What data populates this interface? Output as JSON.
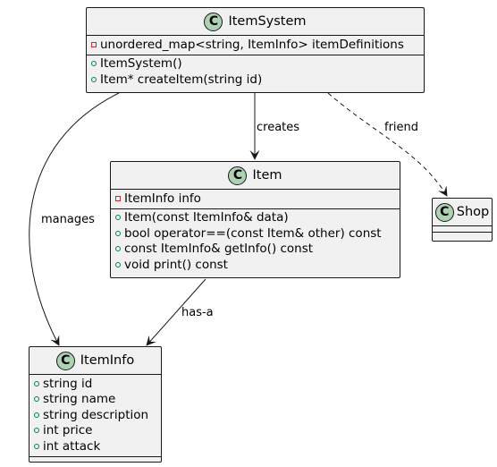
{
  "classes": {
    "item_system": {
      "name": "ItemSystem",
      "stereotype_letter": "C",
      "fields": [
        {
          "visibility": "private",
          "text": "unordered_map<string, ItemInfo> itemDefinitions"
        }
      ],
      "methods": [
        {
          "visibility": "public",
          "text": "ItemSystem()"
        },
        {
          "visibility": "public",
          "text": "Item* createItem(string id)"
        }
      ]
    },
    "item": {
      "name": "Item",
      "stereotype_letter": "C",
      "fields": [
        {
          "visibility": "private",
          "text": "ItemInfo info"
        }
      ],
      "methods": [
        {
          "visibility": "public",
          "text": "Item(const ItemInfo& data)"
        },
        {
          "visibility": "public",
          "text": "bool operator==(const Item& other) const"
        },
        {
          "visibility": "public",
          "text": "const ItemInfo& getInfo() const"
        },
        {
          "visibility": "public",
          "text": "void print() const"
        }
      ]
    },
    "shop": {
      "name": "Shop",
      "stereotype_letter": "C"
    },
    "item_info": {
      "name": "ItemInfo",
      "stereotype_letter": "C",
      "fields": [
        {
          "visibility": "public",
          "text": "string id"
        },
        {
          "visibility": "public",
          "text": "string name"
        },
        {
          "visibility": "public",
          "text": "string description"
        },
        {
          "visibility": "public",
          "text": "int price"
        },
        {
          "visibility": "public",
          "text": "int attack"
        }
      ]
    }
  },
  "relations": {
    "creates": "creates",
    "friend": "friend",
    "manages": "manages",
    "has_a": "has-a"
  },
  "colors": {
    "class_bg": "#f1f1f1",
    "border": "#181818",
    "badge_bg": "#add1b2",
    "private_marker": "#c82930",
    "public_marker": "#038048"
  }
}
